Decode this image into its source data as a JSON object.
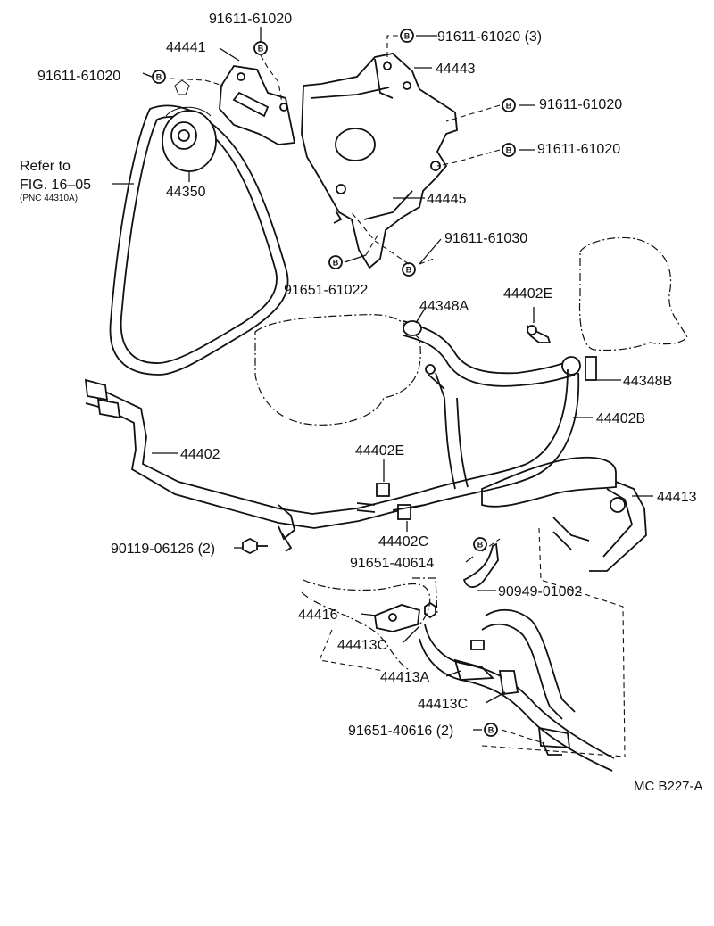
{
  "refer": {
    "line1": "Refer to",
    "line2": "FIG. 16–05",
    "line3": "(PNC 44310A)"
  },
  "bolt_symbol": "B",
  "labels": {
    "p91611_61020_top": "91611-61020",
    "p44441": "44441",
    "p91611_61020_left": "91611-61020",
    "p44350": "44350",
    "p91611_61020_3": "91611-61020 (3)",
    "p44443": "44443",
    "p91611_61020_r1": "91611-61020",
    "p91611_61020_r2": "91611-61020",
    "p44445": "44445",
    "p91611_61030": "91611-61030",
    "p91651_61022": "91651-61022",
    "p44348A": "44348A",
    "p44402E_top": "44402E",
    "p44348B": "44348B",
    "p44402B": "44402B",
    "p44402": "44402",
    "p44402E_mid": "44402E",
    "p44413": "44413",
    "p90119_06126": "90119-06126 (2)",
    "p44402C": "44402C",
    "p91651_40614": "91651-40614",
    "p90949_01002": "90949-01002",
    "p44416": "44416",
    "p44413C_a": "44413C",
    "p44413A": "44413A",
    "p44413C_b": "44413C",
    "p91651_40616": "91651-40616 (2)"
  },
  "diagram_code": "MC B227-A"
}
